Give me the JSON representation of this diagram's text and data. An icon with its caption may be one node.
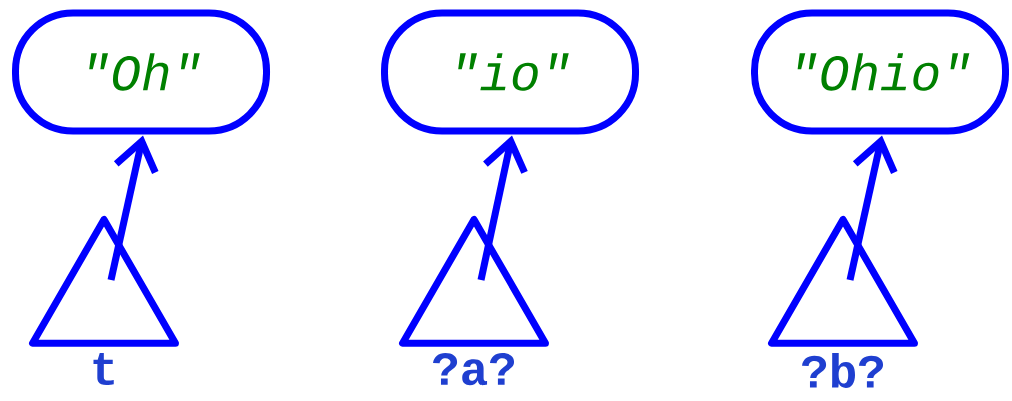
{
  "diagram": {
    "nodes": [
      {
        "text": [
          "\"Oh\""
        ]
      },
      {
        "text": [
          "\"io\""
        ]
      },
      {
        "text": [
          "\"Ohio\""
        ]
      },
      {
        "text": [
          "t"
        ]
      },
      {
        "text": [
          "?a?"
        ]
      },
      {
        "text": [
          "?b?"
        ]
      }
    ],
    "edges": [
      {
        "from": 3,
        "to": 0,
        "arrow": "to"
      },
      {
        "from": 4,
        "to": 1,
        "arrow": "to"
      },
      {
        "from": 5,
        "to": 2,
        "arrow": "to"
      }
    ]
  }
}
